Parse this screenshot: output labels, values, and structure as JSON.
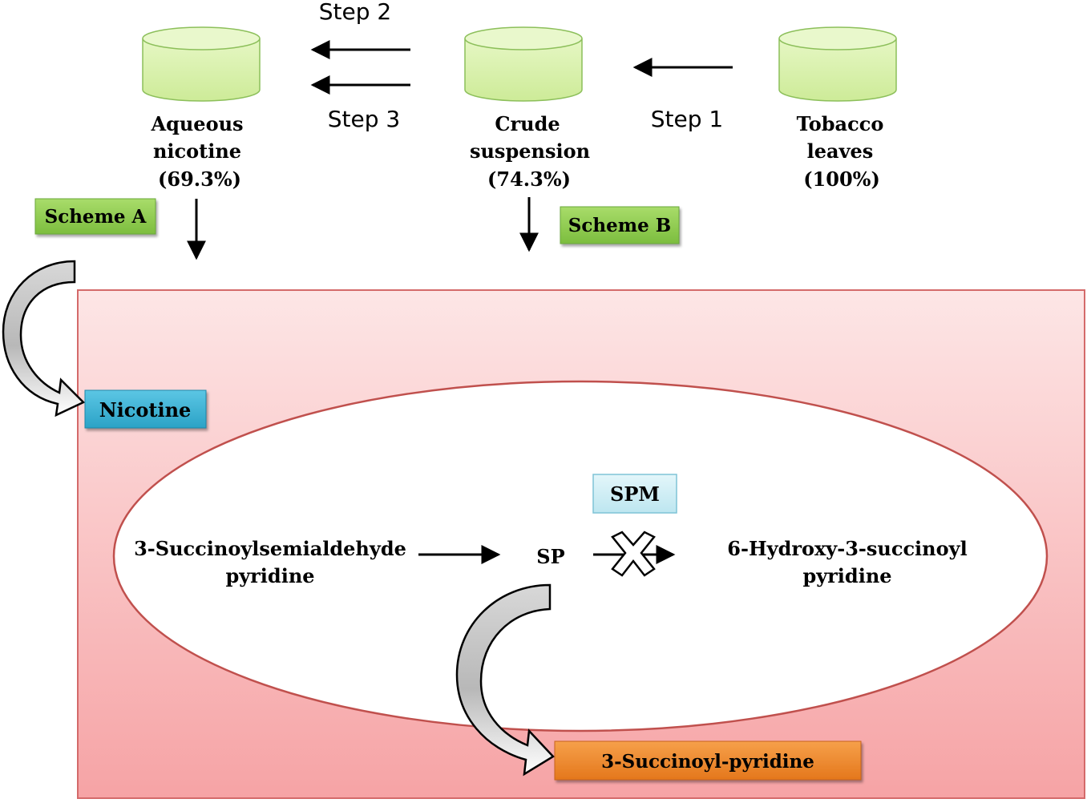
{
  "colors": {
    "cylinder_fill": "#d6f0a8",
    "cylinder_stroke": "#8cbf5a",
    "green_box": "#8fce4e",
    "nicotine_box": "#3bb3d4",
    "spm_box": "#c9ecf4",
    "product_box": "#f08a2a",
    "outer_rect_top": "#fbe3e3",
    "outer_rect_bottom": "#f6a9ab",
    "outer_rect_stroke": "#d46a6a",
    "ellipse_stroke": "#c0504d",
    "curved_arrow_fill": "#cfcfcf"
  },
  "steps": {
    "step1": "Step 1",
    "step2": "Step 2",
    "step3": "Step 3"
  },
  "containers": {
    "tobacco": {
      "line1": "Tobacco",
      "line2": "leaves",
      "percent": "(100%)"
    },
    "crude": {
      "line1": "Crude",
      "line2": "suspension",
      "percent": "(74.3%)"
    },
    "aqueous": {
      "line1": "Aqueous",
      "line2": "nicotine",
      "percent": "(69.3%)"
    }
  },
  "schemes": {
    "a": "Scheme A",
    "b": "Scheme B"
  },
  "nicotine_label": "Nicotine",
  "pathway": {
    "substrate_line1": "3-Succinoylsemialdehyde",
    "substrate_line2": "pyridine",
    "intermediate": "SP",
    "enzyme": "SPM",
    "blocked_product_line1": "6-Hydroxy-3-succinoyl",
    "blocked_product_line2": "pyridine",
    "final_product": "3-Succinoyl-pyridine"
  }
}
